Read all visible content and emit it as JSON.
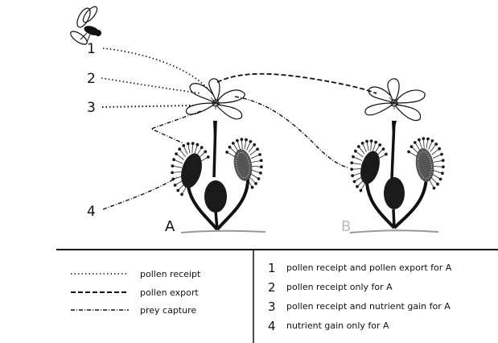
{
  "plants": {
    "a_label": "A",
    "b_label": "B"
  },
  "pointers": [
    "1",
    "2",
    "3",
    "4"
  ],
  "legend": {
    "lines": [
      {
        "label": "pollen receipt",
        "style": "dotted"
      },
      {
        "label": "pollen export",
        "style": "dashed"
      },
      {
        "label": "prey capture",
        "style": "dashdot"
      }
    ],
    "items": [
      {
        "number": "1",
        "text": "pollen receipt and pollen export for A"
      },
      {
        "number": "2",
        "text": "pollen receipt only for A"
      },
      {
        "number": "3",
        "text": "pollen receipt and nutrient gain for A"
      },
      {
        "number": "4",
        "text": "nutrient gain only for A"
      }
    ]
  },
  "colors": {
    "ink": "#111111",
    "plant_b_label": "#bbbbbb"
  }
}
